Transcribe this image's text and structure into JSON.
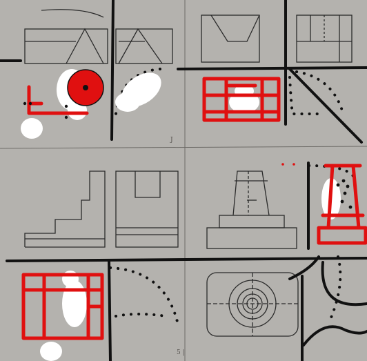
{
  "sheet": {
    "background": "#a9a7a3",
    "paper_color": "#b4b2ae",
    "ink_color": "#2b2b2b",
    "marker_black": "#111111",
    "marker_red": "#e01010",
    "highlight_white": "#ffffff"
  },
  "annotations": {
    "page_mark_top": "J",
    "page_mark_bottom": "5 |"
  },
  "panels": [
    {
      "id": "top-left",
      "drawing": "block-with-triangles",
      "edits": [
        "red-l-bracket",
        "red-filled-circle",
        "white-blobs"
      ]
    },
    {
      "id": "top-right",
      "drawing": "trapezoid-slot-views",
      "edits": [
        "red-rectangle-sketch",
        "dotted-arc",
        "black-marker-lines"
      ]
    },
    {
      "id": "bottom-left",
      "drawing": "stepped-block-and-notch",
      "edits": [
        "red-rectangle-sketch",
        "dotted-arc",
        "white-blobs"
      ]
    },
    {
      "id": "bottom-right",
      "drawing": "tapered-pedestal-and-concentric-circles",
      "edits": [
        "red-pedestal-sketch",
        "black-marker-curves",
        "dotted-arc"
      ]
    }
  ]
}
